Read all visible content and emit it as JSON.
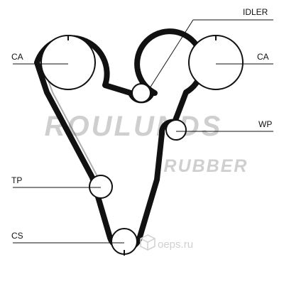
{
  "watermark": {
    "brand": "ROULUNDS",
    "sub": "RUBBER",
    "color": "#cfcfcf"
  },
  "credit": {
    "text": "oeps.ru",
    "color": "#d0d0d0",
    "icon": "box-logo-icon"
  },
  "belt_color": "#111111",
  "labels": {
    "idler": "IDLER",
    "ca_left": "CA",
    "ca_right": "CA",
    "wp": "WP",
    "tp": "TP",
    "cs": "CS"
  }
}
